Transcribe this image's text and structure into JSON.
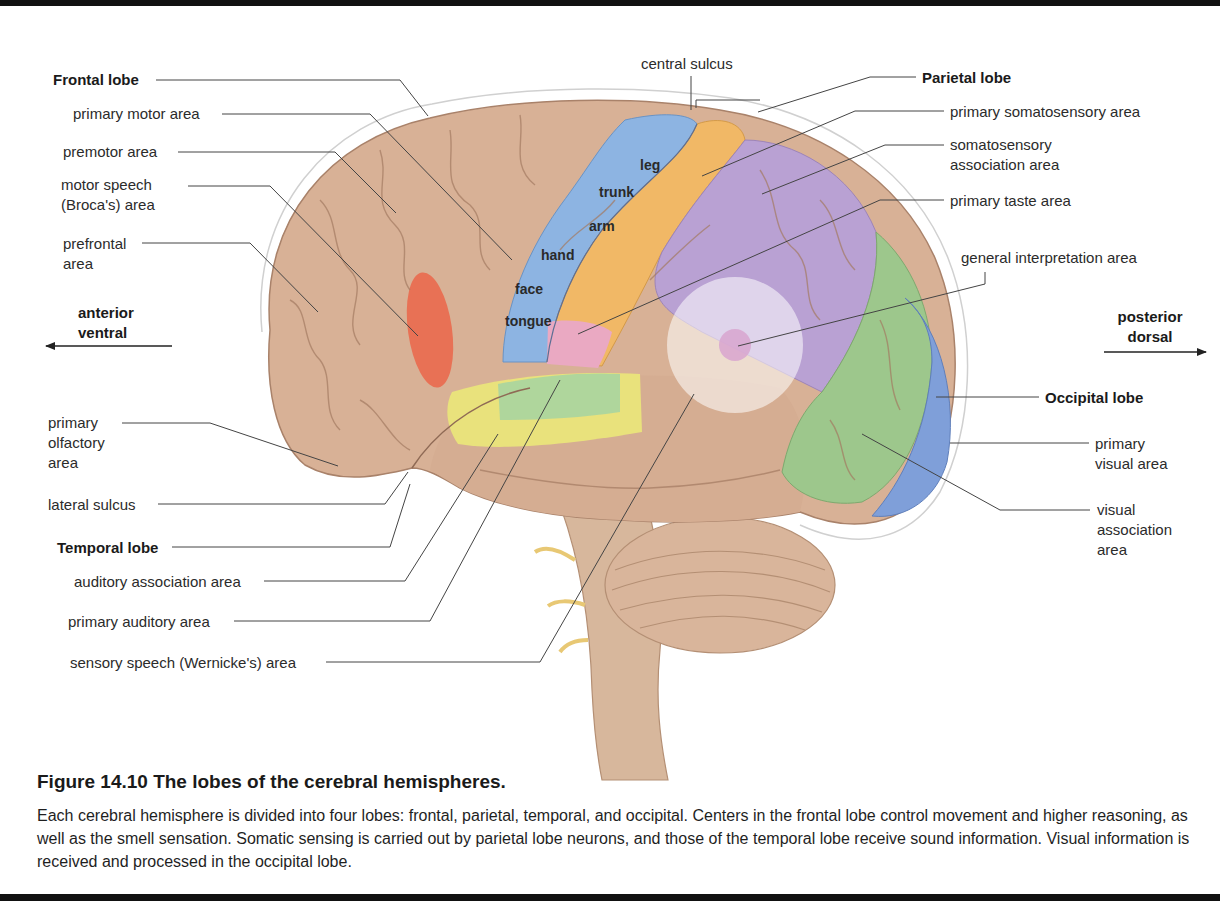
{
  "diagram": {
    "title": "Figure 14.10 The lobes of the cerebral hemispheres.",
    "caption": "Each cerebral hemisphere is divided into four lobes: frontal, parietal, temporal, and occipital. Centers in the frontal lobe control movement and higher reasoning, as well as the smell sensation. Somatic sensing is carried out by parietal lobe neurons, and those of the temporal lobe receive sound information. Visual information is received and processed in the occipital lobe.",
    "labels": [
      "Frontal lobe",
      "primary motor area",
      "premotor area",
      "motor speech (Broca's) area",
      "prefrontal area",
      "anterior ventral",
      "primary olfactory area",
      "lateral sulcus",
      "Temporal lobe",
      "auditory association area",
      "primary auditory area",
      "sensory speech (Wernicke's) area",
      "central sulcus",
      "Parietal lobe",
      "primary somatosensory area",
      "somatosensory association area",
      "primary taste area",
      "general interpretation area",
      "posterior dorsal",
      "Occipital lobe",
      "primary visual area",
      "visual association area",
      "leg",
      "trunk",
      "arm",
      "hand",
      "face",
      "tongue"
    ]
  }
}
